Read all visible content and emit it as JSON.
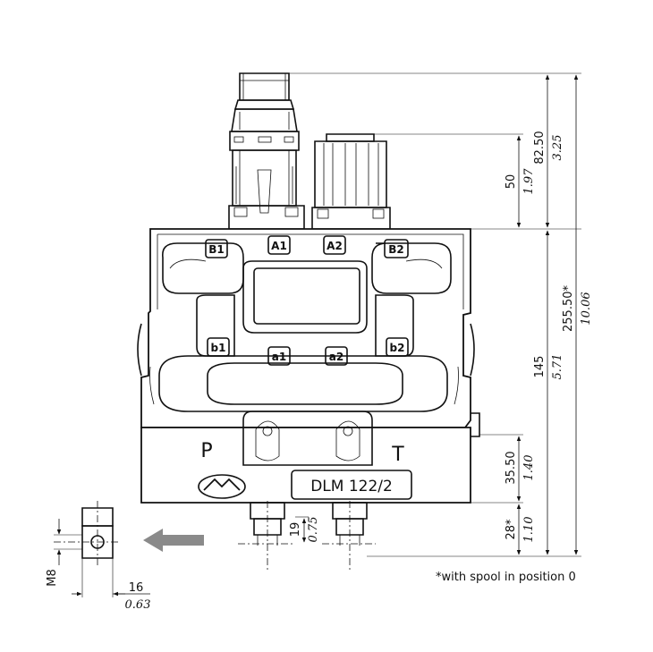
{
  "ports": {
    "B1": "B1",
    "A1": "A1",
    "A2": "A2",
    "B2": "B2",
    "b1": "b1",
    "a1": "a1",
    "a2": "a2",
    "b2": "b2",
    "P": "P",
    "T": "T"
  },
  "model_label": "DLM 122/2",
  "dimensions": {
    "d82": "82.50",
    "d82_in": "3.25",
    "d50": "50",
    "d50_in": "1.97",
    "d255": "255.50*",
    "d255_in": "10.06",
    "d145": "145",
    "d145_in": "5.71",
    "d35": "35.50",
    "d35_in": "1.40",
    "d28": "28*",
    "d28_in": "1.10",
    "d19": "19",
    "d19_in": "0.75",
    "d16": "16",
    "d16_in": "0.63",
    "thread": "M8"
  },
  "footnote": "*with spool in position 0",
  "colors": {
    "line": "#111111",
    "arrow": "#8a8a8a"
  }
}
